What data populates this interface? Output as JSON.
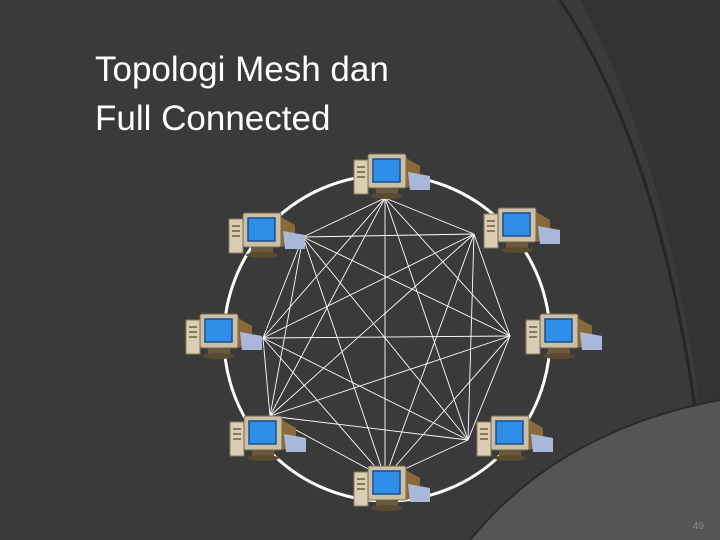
{
  "slide": {
    "title_lines": [
      "Topologi Mesh dan",
      "Full Connected"
    ],
    "page_number": "49"
  },
  "diagram": {
    "topology": "full-mesh",
    "node_count": 8,
    "node_icon": "desktop-computer-icon",
    "colors": {
      "background": "#3a3a3a",
      "ring": "#ffffff",
      "links": "#ffffff",
      "monitor_screen": "#2f8fe8",
      "monitor_case": "#c8b89a"
    }
  }
}
